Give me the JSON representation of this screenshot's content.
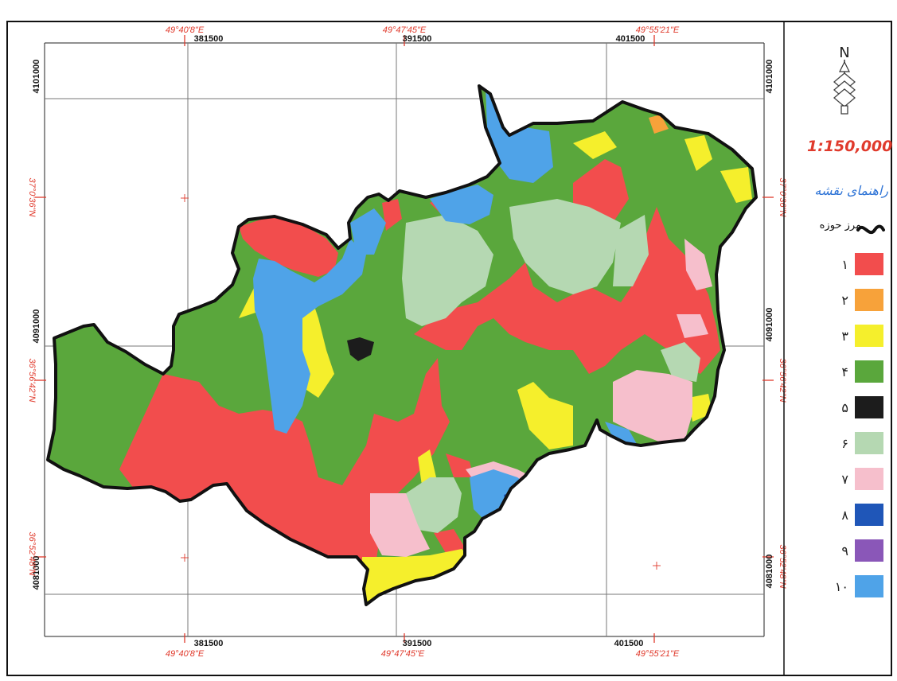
{
  "map": {
    "scale": "1:150,000",
    "legend_title": "راهنمای نقشه",
    "boundary_label": "مرز حوزه",
    "north_label": "N",
    "grid": {
      "top_projected": [
        "381500",
        "391500",
        "401500"
      ],
      "top_geographic": [
        "49°40'8\"E",
        "49°47'45\"E",
        "49°55'21\"E"
      ],
      "bottom_projected": [
        "381500",
        "391500",
        "401500"
      ],
      "bottom_geographic": [
        "49°40'8\"E",
        "49°47'45\"E",
        "49°55'21\"E"
      ],
      "left_projected": [
        "4101000",
        "4091000",
        "4081000"
      ],
      "left_geographic": [
        "37°0'36\"N",
        "36°56'42\"N",
        "36°52'48\"N"
      ],
      "right_projected": [
        "4101000",
        "4091000",
        "4081000"
      ],
      "right_geographic": [
        "37°0'36\"N",
        "36°56'42\"N",
        "36°52'48\"N"
      ]
    },
    "legend": [
      {
        "label": "۱",
        "color": "#f24d4d"
      },
      {
        "label": "۲",
        "color": "#f7a23a"
      },
      {
        "label": "۳",
        "color": "#f5ef2c"
      },
      {
        "label": "۴",
        "color": "#5aa73c"
      },
      {
        "label": "۵",
        "color": "#1c1c1c"
      },
      {
        "label": "۶",
        "color": "#b5d8b2"
      },
      {
        "label": "۷",
        "color": "#f6bfcc"
      },
      {
        "label": "۸",
        "color": "#1f56b8"
      },
      {
        "label": "۹",
        "color": "#8a57b8"
      },
      {
        "label": "۱۰",
        "color": "#4fa3e8"
      }
    ],
    "colors": {
      "red": "#f24d4d",
      "orange": "#f7a23a",
      "yellow": "#f5ef2c",
      "green": "#5aa73c",
      "black": "#1c1c1c",
      "light_green": "#b5d8b2",
      "pink": "#f6bfcc",
      "dark_blue": "#1f56b8",
      "purple": "#8a57b8",
      "light_blue": "#4fa3e8",
      "grid_label_red": "#e03a2c",
      "legend_title_blue": "#2f74d6"
    }
  }
}
